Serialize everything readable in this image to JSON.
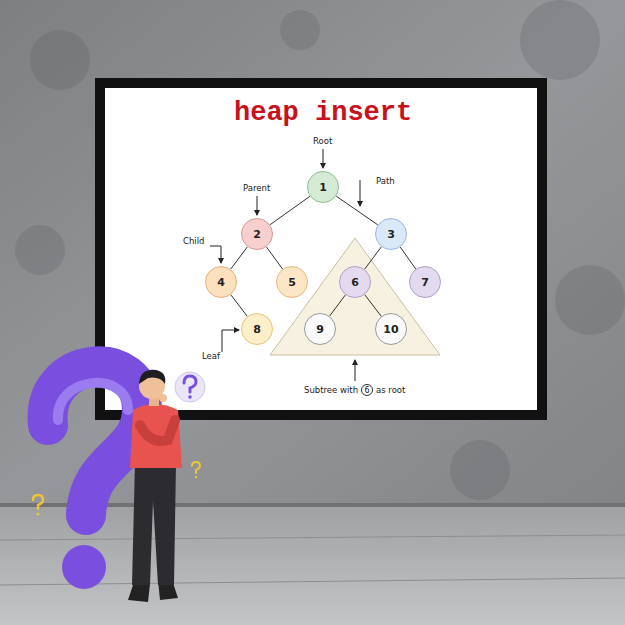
{
  "diagram": {
    "title": "heap insert",
    "nodes": [
      {
        "text": [
          "1"
        ]
      },
      {
        "text": [
          "2"
        ]
      },
      {
        "text": [
          "3"
        ]
      },
      {
        "text": [
          "4"
        ]
      },
      {
        "text": [
          "5"
        ]
      },
      {
        "text": [
          "6"
        ]
      },
      {
        "text": [
          "7"
        ]
      },
      {
        "text": [
          "8"
        ]
      },
      {
        "text": [
          "9"
        ]
      },
      {
        "text": [
          "10"
        ]
      }
    ],
    "edges": [
      {
        "from": 0,
        "to": 1,
        "arrow": "none"
      },
      {
        "from": 0,
        "to": 2,
        "arrow": "none"
      },
      {
        "from": 1,
        "to": 3,
        "arrow": "none"
      },
      {
        "from": 1,
        "to": 4,
        "arrow": "none"
      },
      {
        "from": 2,
        "to": 5,
        "arrow": "none"
      },
      {
        "from": 2,
        "to": 6,
        "arrow": "none"
      },
      {
        "from": 3,
        "to": 7,
        "arrow": "none"
      },
      {
        "from": 5,
        "to": 8,
        "arrow": "none"
      },
      {
        "from": 5,
        "to": 9,
        "arrow": "none"
      }
    ],
    "labels": [
      "Root",
      "Parent",
      "Path",
      "Child",
      "Leaf",
      "Subtree with",
      "6",
      "as root"
    ]
  }
}
